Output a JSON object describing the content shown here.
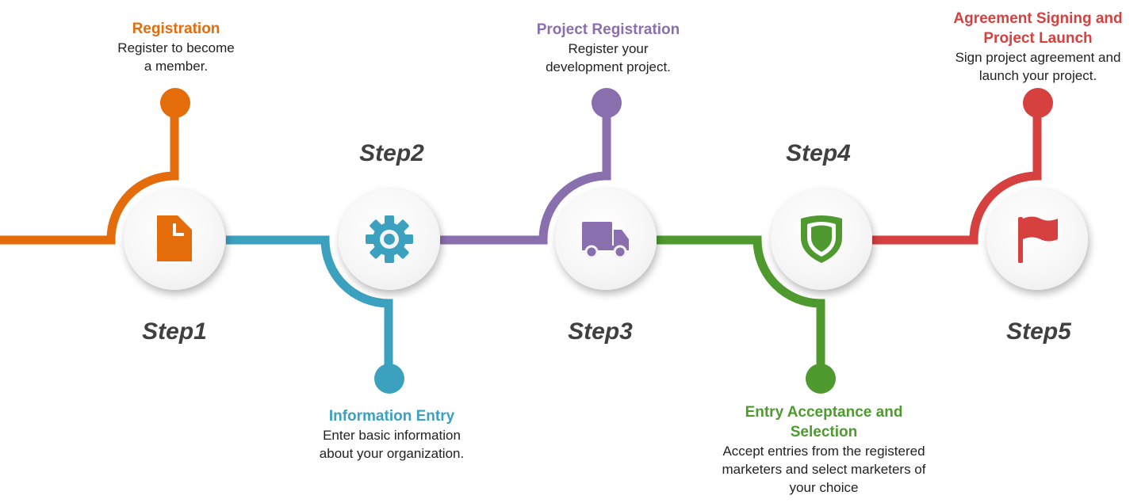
{
  "colors": {
    "orange": "#E46C0A",
    "teal": "#3CA0BF",
    "purple": "#8A6FAF",
    "green": "#4E9A2F",
    "red": "#D6403F",
    "step_label": "#404040"
  },
  "steps": [
    {
      "label": "Step1",
      "title": "Registration",
      "desc_lines": [
        "Register to become",
        "a member."
      ],
      "icon": "document-icon",
      "color": "#E46C0A"
    },
    {
      "label": "Step2",
      "title": "Information Entry",
      "desc_lines": [
        "Enter basic information",
        "about your organization."
      ],
      "icon": "gear-icon",
      "color": "#3CA0BF"
    },
    {
      "label": "Step3",
      "title": "Project Registration",
      "desc_lines": [
        "Register your",
        "development project."
      ],
      "icon": "truck-icon",
      "color": "#8A6FAF"
    },
    {
      "label": "Step4",
      "title_lines": [
        "Entry Acceptance and",
        "Selection"
      ],
      "desc_lines": [
        "Accept entries from the registered",
        "marketers and select marketers of",
        "your choice"
      ],
      "icon": "shield-icon",
      "color": "#4E9A2F"
    },
    {
      "label": "Step5",
      "title_lines": [
        "Agreement Signing and",
        "Project Launch"
      ],
      "desc_lines": [
        "Sign project agreement and",
        "launch your project."
      ],
      "icon": "flag-icon",
      "color": "#D6403F"
    }
  ]
}
